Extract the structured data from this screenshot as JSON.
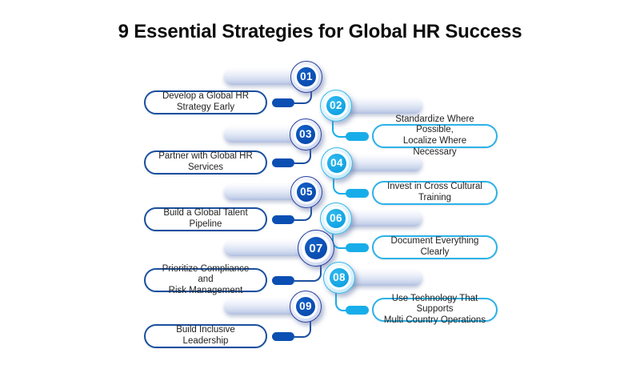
{
  "title": "9 Essential Strategies for Global HR Success",
  "accent_colors": {
    "primary_blue": "#0b4fb3",
    "cyan": "#18ade9",
    "bar_light": "#dde4f4"
  },
  "items": [
    {
      "number": "01",
      "label": "Develop a Global HR\nStrategy Early",
      "side": "left",
      "color": "blue"
    },
    {
      "number": "02",
      "label": "Standardize Where Possible,\nLocalize Where Necessary",
      "side": "right",
      "color": "cyan"
    },
    {
      "number": "03",
      "label": "Partner with Global HR Services",
      "side": "left",
      "color": "blue"
    },
    {
      "number": "04",
      "label": "Invest in Cross Cultural Training",
      "side": "right",
      "color": "cyan"
    },
    {
      "number": "05",
      "label": "Build a Global Talent Pipeline",
      "side": "left",
      "color": "blue"
    },
    {
      "number": "06",
      "label": "Document Everything Clearly",
      "side": "right",
      "color": "cyan"
    },
    {
      "number": "07",
      "label": "Prioritize Compliance and\nRisk Management",
      "side": "left",
      "color": "blue"
    },
    {
      "number": "08",
      "label": "Use Technology That Supports\nMulti Country Operations",
      "side": "right",
      "color": "cyan"
    },
    {
      "number": "09",
      "label": "Build Inclusive Leadership",
      "side": "left",
      "color": "blue"
    }
  ]
}
